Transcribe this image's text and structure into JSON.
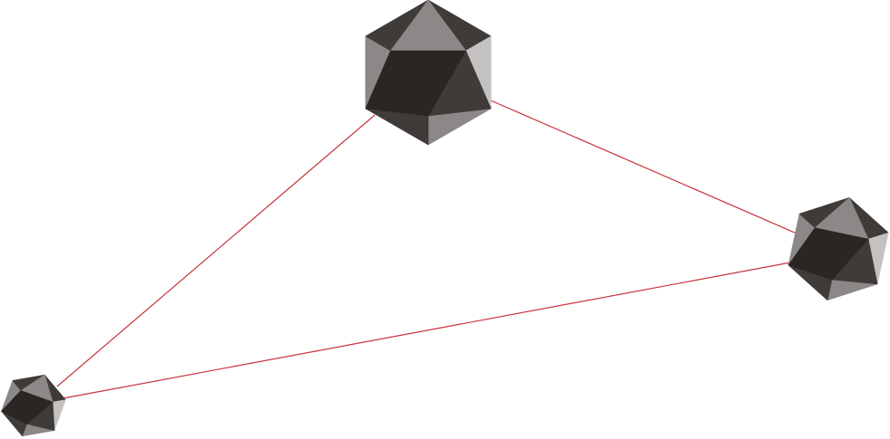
{
  "diagram": {
    "nodes": [
      {
        "id": "top",
        "shape": "icosahedron-icon"
      },
      {
        "id": "right",
        "shape": "icosahedron-icon"
      },
      {
        "id": "bottom-left",
        "shape": "icosahedron-icon"
      }
    ],
    "edges": [
      {
        "from": "bottom-left",
        "to": "top"
      },
      {
        "from": "top",
        "to": "right"
      },
      {
        "from": "bottom-left",
        "to": "right"
      }
    ],
    "colors": {
      "edge": "#c8323c",
      "face_dark": "#2a2624",
      "face_mid": "#3f3b39",
      "face_light": "#8c8887",
      "face_highlight": "#c4c2c1"
    }
  }
}
